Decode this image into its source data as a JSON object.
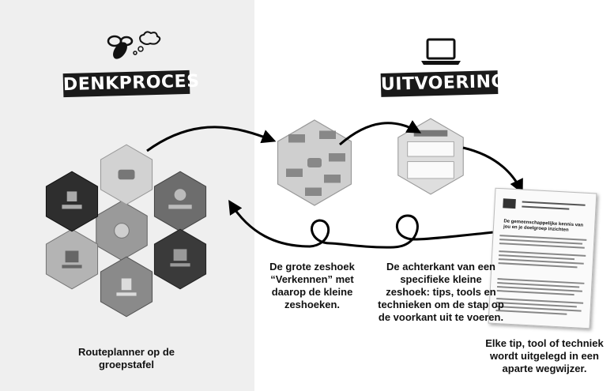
{
  "headers": {
    "left": "DENKPROCES",
    "right": "UITVOERING"
  },
  "icons": {
    "bee": "bee-thinking-icon",
    "laptop": "laptop-icon"
  },
  "captions": {
    "big_hexagon": "De grote zeshoek “Verkennen” met daarop de kleine zeshoeken.",
    "back_side": "De achterkant van een specifieke kleine zeshoek: tips, tools en technieken om de stap op de voorkant uit te voeren.",
    "routeplanner": "Routeplanner op de groepstafel",
    "guide": "Elke tip, tool of techniek wordt uitgelegd in een aparte wegwijzer."
  },
  "document": {
    "title": "De gemeenschappelijke kennis van jou en je doelgroep inzichten"
  },
  "colors": {
    "panel": "#efefef",
    "dark": "#1a1a1a",
    "hex_dark": "#3a3a3a",
    "hex_mid": "#8a8a8a",
    "hex_light": "#d0d0d0"
  }
}
